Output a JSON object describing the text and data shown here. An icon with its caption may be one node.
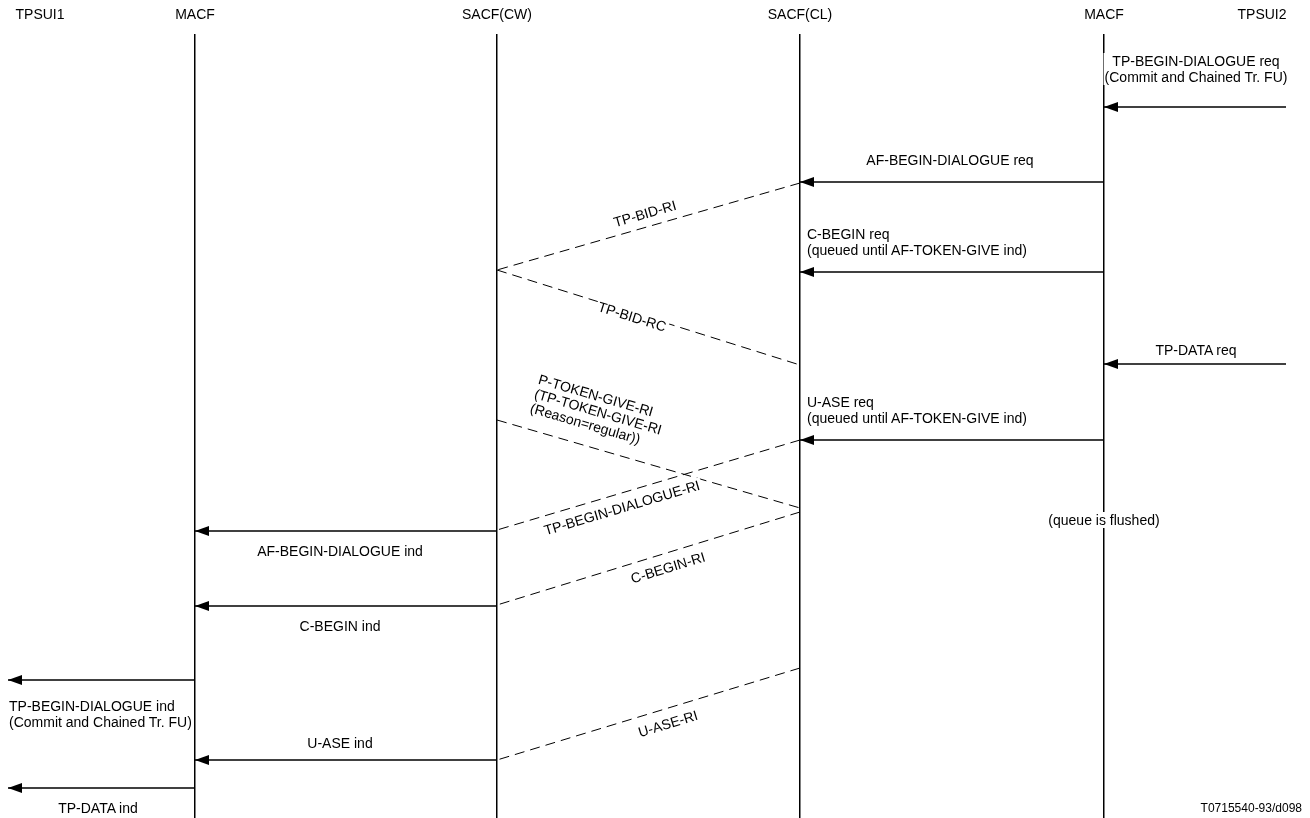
{
  "diagram": {
    "nodes": [
      {
        "text": [
          "TPSUI1"
        ]
      },
      {
        "text": [
          "MACF"
        ]
      },
      {
        "text": [
          "SACF(CW)"
        ]
      },
      {
        "text": [
          "SACF(CL)"
        ]
      },
      {
        "text": [
          "MACF"
        ]
      },
      {
        "text": [
          "TPSUI2"
        ]
      }
    ],
    "edges": [
      {
        "from": null,
        "to": 4,
        "arrow": "to",
        "label": "TP-BEGIN-DIALOGUE req (Commit and Chained Tr. FU)"
      },
      {
        "from": 4,
        "to": 3,
        "arrow": "to",
        "label": "AF-BEGIN-DIALOGUE req"
      },
      {
        "from": 3,
        "to": 2,
        "arrow": "none",
        "label": "TP-BID-RI",
        "style": "dashed"
      },
      {
        "from": 4,
        "to": 3,
        "arrow": "to",
        "label": "C-BEGIN req (queued until AF-TOKEN-GIVE ind)"
      },
      {
        "from": 2,
        "to": 3,
        "arrow": "none",
        "label": "TP-BID-RC",
        "style": "dashed"
      },
      {
        "from": null,
        "to": 4,
        "arrow": "to",
        "label": "TP-DATA req"
      },
      {
        "from": 2,
        "to": 3,
        "arrow": "none",
        "label": "P-TOKEN-GIVE-RI (TP-TOKEN-GIVE-RI (Reason=regular))",
        "style": "dashed"
      },
      {
        "from": 4,
        "to": 3,
        "arrow": "to",
        "label": "U-ASE req (queued until AF-TOKEN-GIVE ind)"
      },
      {
        "from": 3,
        "to": 2,
        "arrow": "none",
        "label": "TP-BEGIN-DIALOGUE-RI",
        "style": "dashed"
      },
      {
        "from": 2,
        "to": 1,
        "arrow": "to",
        "label": "AF-BEGIN-DIALOGUE ind"
      },
      {
        "from": 3,
        "to": 2,
        "arrow": "none",
        "label": "C-BEGIN-RI",
        "style": "dashed"
      },
      {
        "from": 2,
        "to": 1,
        "arrow": "to",
        "label": "C-BEGIN ind"
      },
      {
        "from": 1,
        "to": null,
        "arrow": "to",
        "label": "TP-BEGIN-DIALOGUE ind (Commit and Chained Tr. FU)"
      },
      {
        "from": 3,
        "to": 2,
        "arrow": "none",
        "label": "U-ASE-RI",
        "style": "dashed"
      },
      {
        "from": 2,
        "to": 1,
        "arrow": "to",
        "label": "U-ASE ind"
      },
      {
        "from": 1,
        "to": null,
        "arrow": "to",
        "label": "TP-DATA ind"
      }
    ],
    "labels": [
      "(queue is flushed)",
      "T0715540-93/d098"
    ]
  }
}
